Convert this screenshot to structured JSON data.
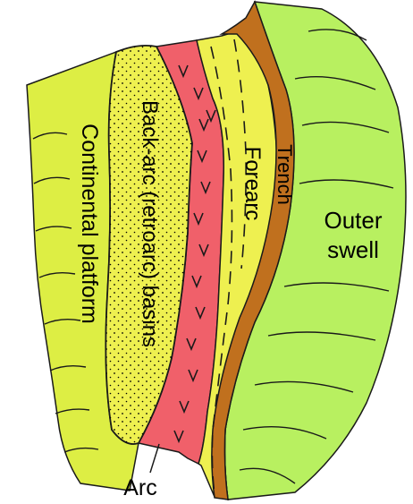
{
  "zones": {
    "continental_platform": {
      "label": "Continental platform",
      "color": "#ddee44"
    },
    "back_arc": {
      "label": "Back-arc (retroarc) basins",
      "color": "#eef050"
    },
    "arc": {
      "label": "Arc",
      "color": "#f0606a"
    },
    "forearc": {
      "label": "Forearc",
      "color": "#eef050"
    },
    "trench": {
      "label": "Trench",
      "color": "#c0701e"
    },
    "outer_swell": {
      "label_line1": "Outer",
      "label_line2": "swell",
      "color": "#b8f060"
    }
  },
  "colors": {
    "outline": "#1a1a1a",
    "background": "#ffffff"
  }
}
